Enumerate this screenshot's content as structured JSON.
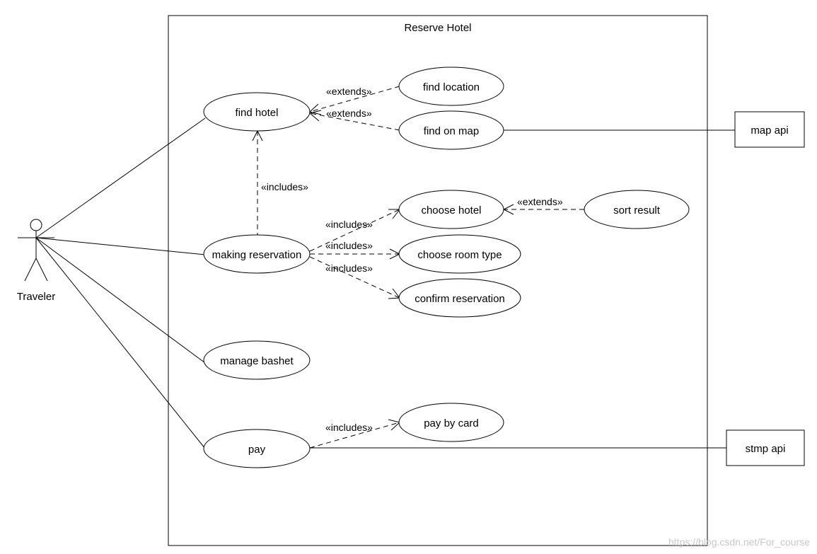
{
  "system": {
    "title": "Reserve Hotel"
  },
  "actor": {
    "name": "Traveler"
  },
  "use_cases": {
    "find_hotel": "find hotel",
    "find_location": "find location",
    "find_on_map": "find on map",
    "making_reservation": "making reservation",
    "choose_hotel": "choose hotel",
    "sort_result": "sort result",
    "choose_room_type": "choose room type",
    "confirm_reservation": "confirm reservation",
    "manage_bashet": "manage bashet",
    "pay": "pay",
    "pay_by_card": "pay by card"
  },
  "external_systems": {
    "map_api": "map api",
    "stmp_api": "stmp api"
  },
  "relationships": {
    "extends_find_location": "«extends»",
    "extends_find_on_map": "«extends»",
    "includes_find_hotel": "«includes»",
    "includes_choose_hotel": "«includes»",
    "includes_choose_room_type": "«includes»",
    "includes_confirm_reservation": "«includes»",
    "extends_sort_result": "«extends»",
    "includes_pay_by_card": "«includes»"
  },
  "watermark": "https://blog.csdn.net/For_course"
}
